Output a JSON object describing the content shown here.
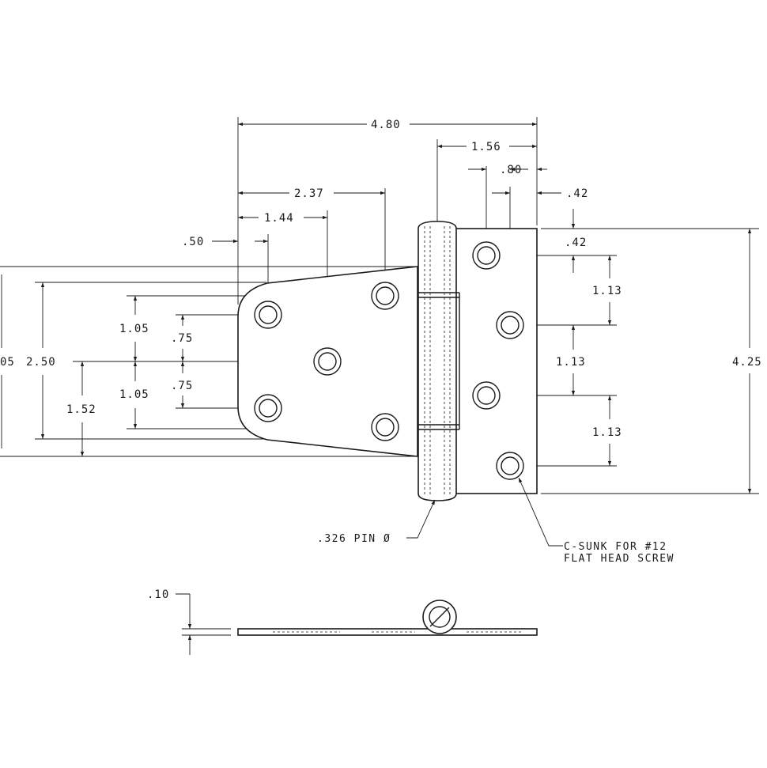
{
  "dimensions": {
    "overall_width": "4.80",
    "right_leaf_hole_column_to_edge": "1.56",
    "hole_column_spacing": ".80",
    "right_edge_offset": ".42",
    "left_leaf_outer_hole_distance": "2.37",
    "left_leaf_center_hole_distance": "1.44",
    "left_leaf_first_hole_distance": ".50",
    "top_hole_offset": ".42",
    "right_hole_spacing_1": "1.13",
    "right_hole_spacing_2": "1.13",
    "right_hole_spacing_3": "1.13",
    "overall_height": "4.25",
    "left_leaf_outer_height_partial": "05",
    "left_leaf_tip_height": "2.50",
    "left_hole_spacing_upper": "1.05",
    "left_hole_spacing_lower": "1.05",
    "left_inner_spacing_upper": ".75",
    "left_inner_spacing_lower": ".75",
    "center_to_bottom": "1.52",
    "plate_thickness": ".10"
  },
  "notes": {
    "pin_diameter": ".326 PIN Ø",
    "countersink_line1": "C-SUNK FOR #12",
    "countersink_line2": "FLAT HEAD SCREW"
  }
}
